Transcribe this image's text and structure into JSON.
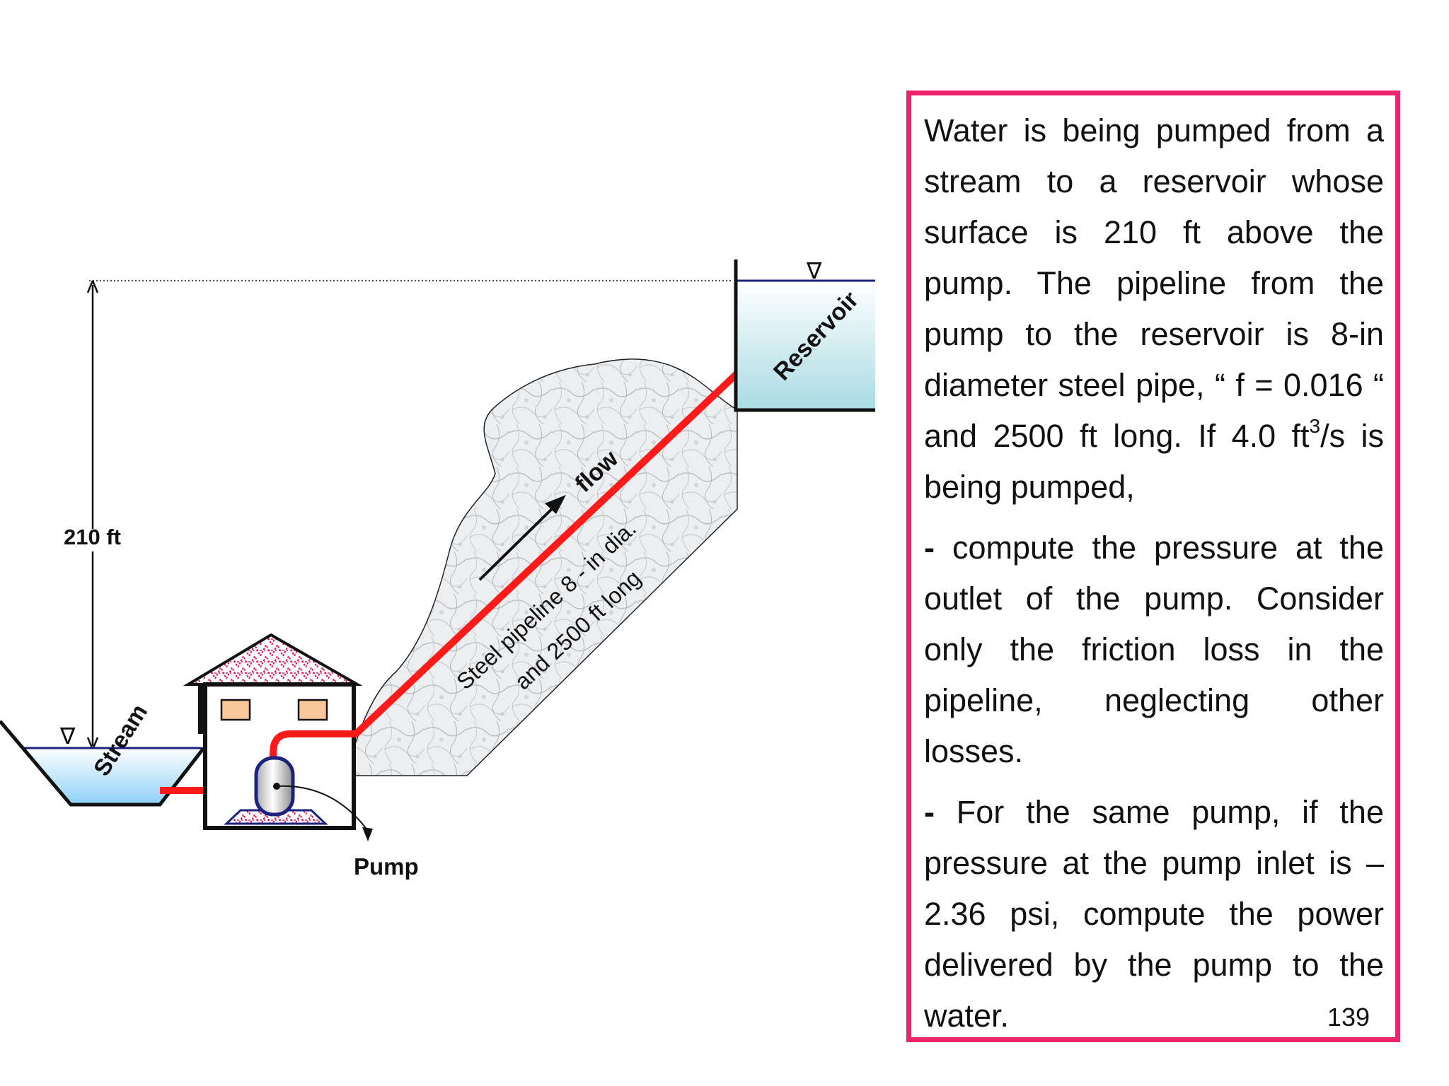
{
  "diagram": {
    "height_label": "210 ft",
    "stream_label": "Stream",
    "reservoir_label": "Reservoir",
    "pump_label": "Pump",
    "flow_label": "flow",
    "pipe_label_line1": "Steel pipeline 8 - in dia.",
    "pipe_label_line2": "and 2500 ft long",
    "water_surface_symbol": "∇"
  },
  "problem": {
    "intro_a": "Water is being pumped from a stream to a reservoir whose surface is 210 ft above the pump. The pipeline from the pump to the reservoir is 8-in diameter steel pipe, “ f = 0.016 “ and 2500 ft long. If 4.0 ft",
    "intro_sup": "3",
    "intro_b": "/s is being pumped,",
    "bullet_symbol": "-",
    "item1": "compute the pressure at the outlet of the pump. Consider only the friction loss in the pipeline, neglecting other losses.",
    "item2": "For the same pump, if the pressure at the pump inlet is – 2.36 psi, compute the power delivered by the pump to the water."
  },
  "page_number": "139",
  "colors": {
    "pipe": "#ff1a1a",
    "box_border": "#f0246b",
    "water_top": "#ffffff",
    "water_bottom": "#a9dbe3",
    "stream_water": "#c8e6fb",
    "roof_pattern": "#e2145a",
    "rock": "#e4e7ea"
  }
}
